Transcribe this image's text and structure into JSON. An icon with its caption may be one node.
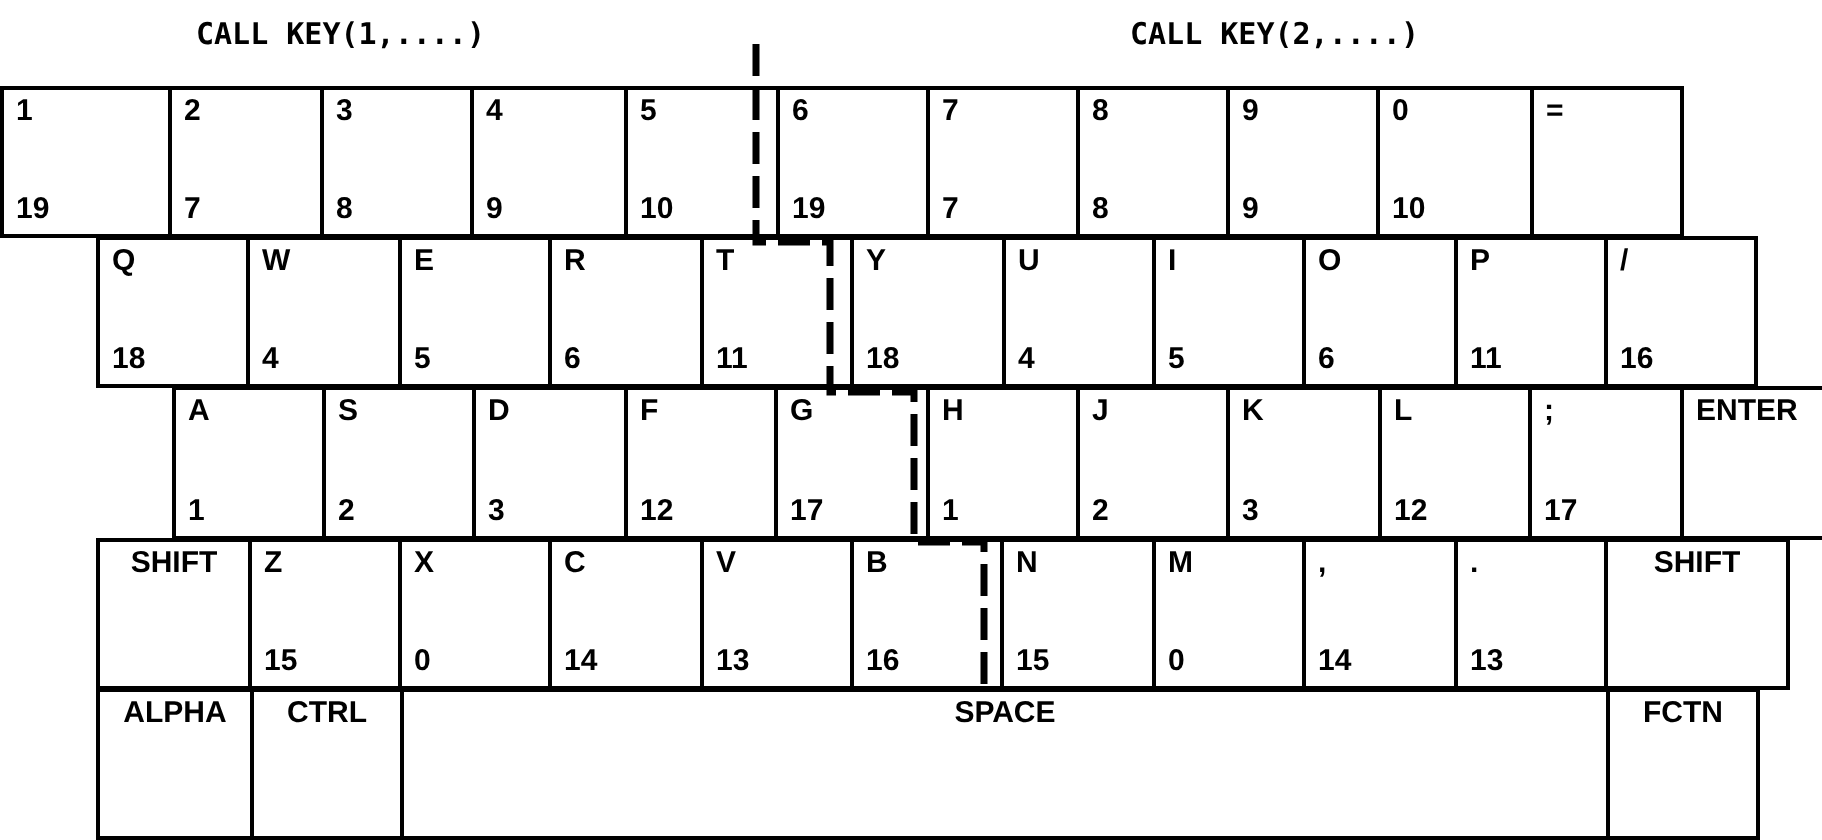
{
  "diagram": {
    "nodes": [
      {
        "text": [
          "1",
          "19"
        ]
      },
      {
        "text": [
          "2",
          "7"
        ]
      },
      {
        "text": [
          "3",
          "8"
        ]
      },
      {
        "text": [
          "4",
          "9"
        ]
      },
      {
        "text": [
          "5",
          "10"
        ]
      },
      {
        "text": [
          "6",
          "19"
        ]
      },
      {
        "text": [
          "7",
          "7"
        ]
      },
      {
        "text": [
          "8",
          "8"
        ]
      },
      {
        "text": [
          "9",
          "9"
        ]
      },
      {
        "text": [
          "0",
          "10"
        ]
      },
      {
        "text": [
          "="
        ]
      },
      {
        "text": [
          "Q",
          "18"
        ]
      },
      {
        "text": [
          "W",
          "4"
        ]
      },
      {
        "text": [
          "E",
          "5"
        ]
      },
      {
        "text": [
          "R",
          "6"
        ]
      },
      {
        "text": [
          "T",
          "11"
        ]
      },
      {
        "text": [
          "Y",
          "18"
        ]
      },
      {
        "text": [
          "U",
          "4"
        ]
      },
      {
        "text": [
          "I",
          "5"
        ]
      },
      {
        "text": [
          "O",
          "6"
        ]
      },
      {
        "text": [
          "P",
          "11"
        ]
      },
      {
        "text": [
          "/",
          "16"
        ]
      },
      {
        "text": [
          "A",
          "1"
        ]
      },
      {
        "text": [
          "S",
          "2"
        ]
      },
      {
        "text": [
          "D",
          "3"
        ]
      },
      {
        "text": [
          "F",
          "12"
        ]
      },
      {
        "text": [
          "G",
          "17"
        ]
      },
      {
        "text": [
          "H",
          "1"
        ]
      },
      {
        "text": [
          "J",
          "2"
        ]
      },
      {
        "text": [
          "K",
          "3"
        ]
      },
      {
        "text": [
          "L",
          "12"
        ]
      },
      {
        "text": [
          ";",
          "17"
        ]
      },
      {
        "text": [
          "ENTER"
        ]
      },
      {
        "text": [
          "SHIFT"
        ]
      },
      {
        "text": [
          "Z",
          "15"
        ]
      },
      {
        "text": [
          "X",
          "0"
        ]
      },
      {
        "text": [
          "C",
          "14"
        ]
      },
      {
        "text": [
          "V",
          "13"
        ]
      },
      {
        "text": [
          "B",
          "16"
        ]
      },
      {
        "text": [
          "N",
          "15"
        ]
      },
      {
        "text": [
          "M",
          "0"
        ]
      },
      {
        "text": [
          ",",
          "14"
        ]
      },
      {
        "text": [
          ".",
          "13"
        ]
      },
      {
        "text": [
          "SHIFT"
        ]
      },
      {
        "text": [
          "ALPHA"
        ]
      },
      {
        "text": [
          "CTRL"
        ]
      },
      {
        "text": [
          "SPACE"
        ]
      },
      {
        "text": [
          "FCTN"
        ]
      }
    ],
    "labels": [
      "CALL KEY(1,....)",
      "CALL KEY(2,....)"
    ]
  }
}
